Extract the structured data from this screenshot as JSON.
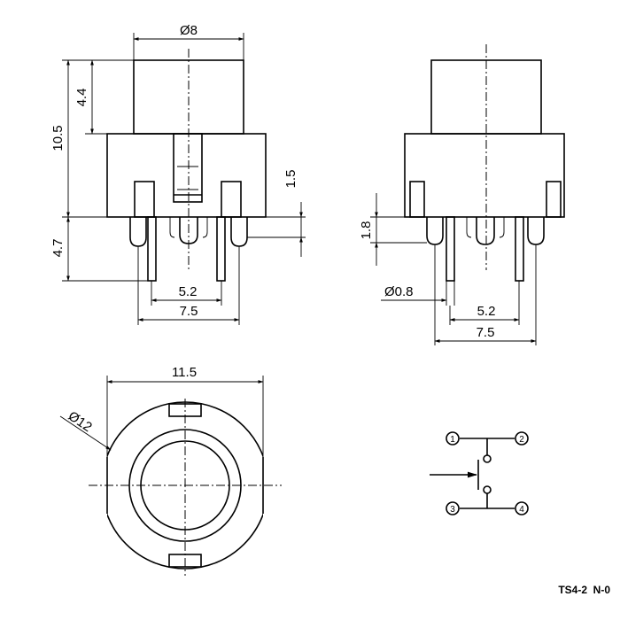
{
  "front_view": {
    "dim_button_diameter": "Ø8",
    "dim_button_height": "4.4",
    "dim_total_height": "10.5",
    "dim_standoff": "1.5",
    "dim_pin_length": "4.7",
    "dim_inner_pitch": "5.2",
    "dim_outer_pitch": "7.5"
  },
  "side_view": {
    "dim_standoff": "1.8",
    "dim_pin_diameter": "Ø0.8",
    "dim_inner_pitch": "5.2",
    "dim_outer_pitch": "7.5"
  },
  "top_view": {
    "dim_body_width": "11.5",
    "dim_cap_diameter": "Ø12"
  },
  "schematic": {
    "pins": [
      "1",
      "2",
      "3",
      "4"
    ]
  },
  "part_code": "TS4-2  N-0"
}
